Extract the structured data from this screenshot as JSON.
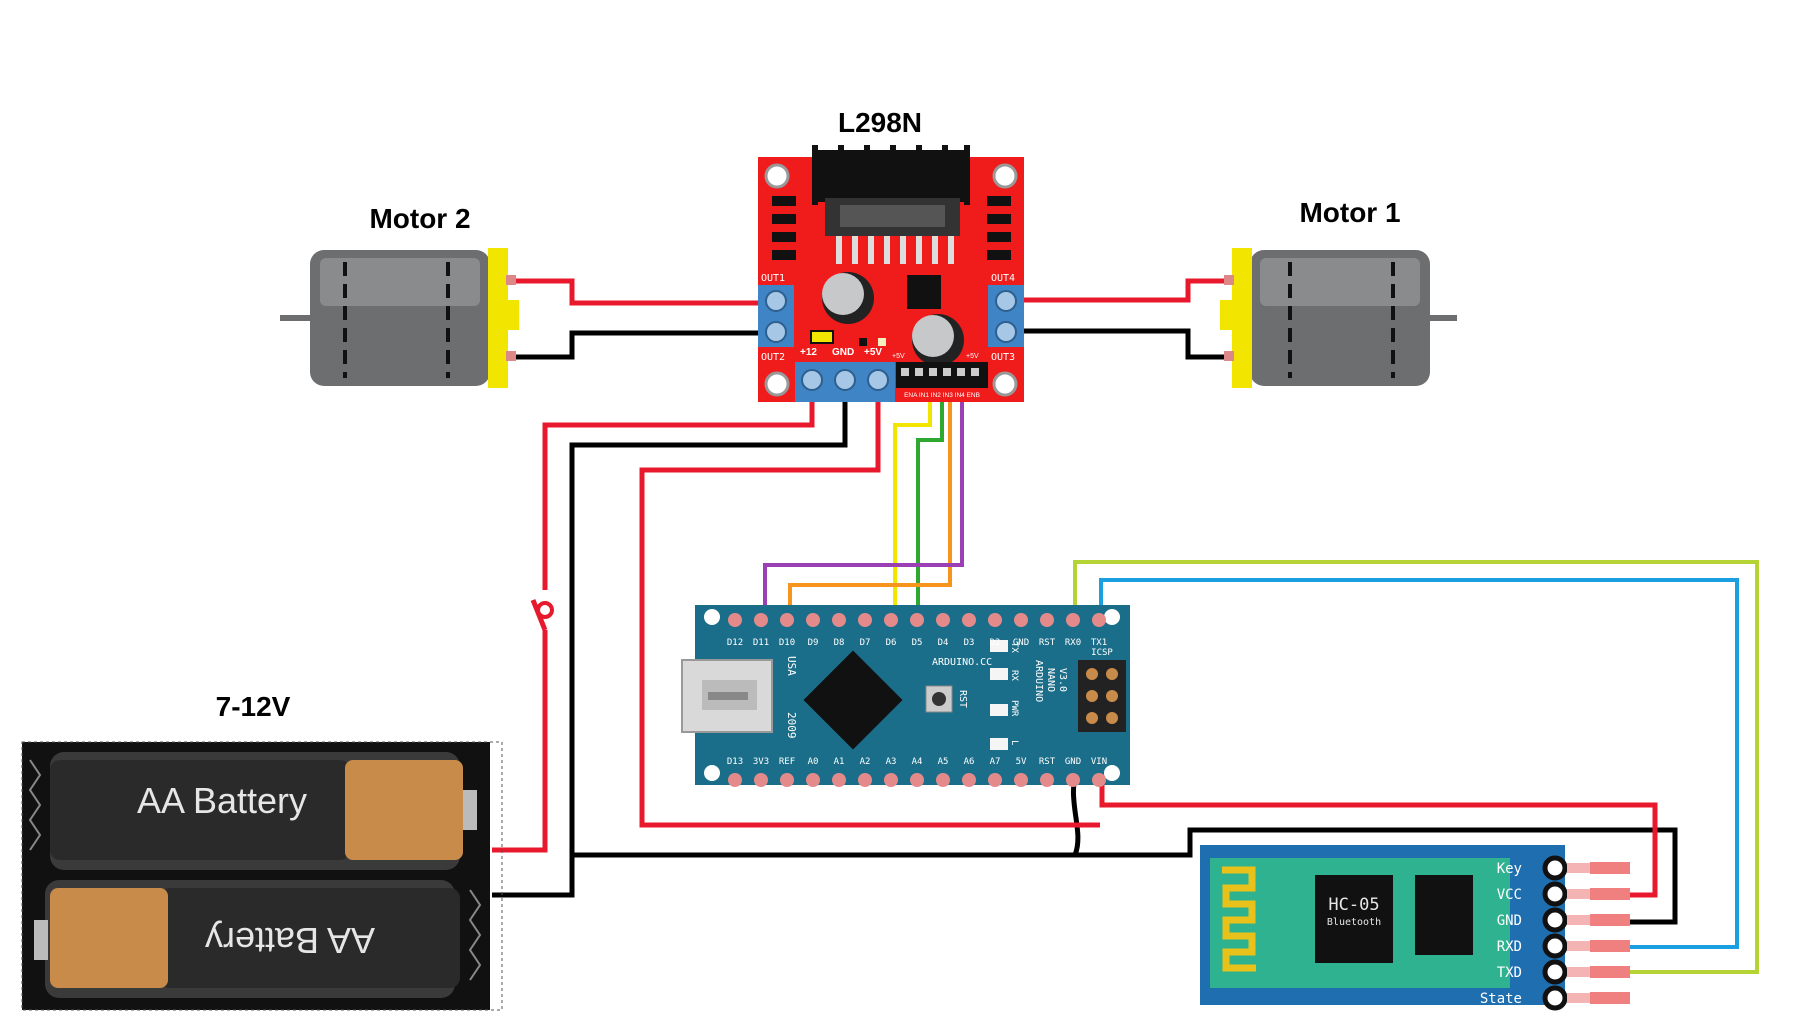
{
  "labels": {
    "driver": "L298N",
    "motor_left": "Motor 2",
    "motor_right": "Motor 1",
    "power": "7-12V"
  },
  "battery": {
    "cell_top": "AA Battery",
    "cell_bottom": "AA Battery"
  },
  "driver_board": {
    "out1": "OUT1",
    "out2": "OUT2",
    "out3": "OUT3",
    "out4": "OUT4",
    "v12": "+12",
    "gnd": "GND",
    "v5": "+5V",
    "small_5v_left": "+5V",
    "small_5v_right": "+5V",
    "header": "ENA IN1 IN2 IN3 IN4 ENB"
  },
  "arduino": {
    "top_pins": [
      "D12",
      "D11",
      "D10",
      "D9",
      "D8",
      "D7",
      "D6",
      "D5",
      "D4",
      "D3",
      "D2",
      "GND",
      "RST",
      "RX0",
      "TX1"
    ],
    "bottom_pins": [
      "D13",
      "3V3",
      "REF",
      "A0",
      "A1",
      "A2",
      "A3",
      "A4",
      "A5",
      "A6",
      "A7",
      "5V",
      "RST",
      "GND",
      "VIN"
    ],
    "brand": "ARDUINO.CC",
    "model_line1": "ARDUINO",
    "model_line2": "NANO",
    "model_line3": "V3.0",
    "usa": "USA",
    "year": "2009",
    "icsp": "ICSP",
    "rst": "RST",
    "leds": [
      "TX",
      "RX",
      "PWR",
      "L"
    ]
  },
  "bluetooth": {
    "model": "HC-05",
    "subtitle": "Bluetooth",
    "pins": [
      "Key",
      "VCC",
      "GND",
      "RXD",
      "TXD",
      "State"
    ]
  },
  "colors": {
    "wire_red": "#e8192c",
    "wire_black": "#000000",
    "wire_yellow": "#f2e600",
    "wire_green": "#2ea82e",
    "wire_orange": "#f7941d",
    "wire_purple": "#9b3fb5",
    "wire_blue": "#1a9fe0",
    "wire_lime": "#b5d334",
    "driver_board": "#f01b1b",
    "arduino_board": "#1b6e8a",
    "bluetooth_board": "#1f6fb0",
    "bt_antenna": "#e8c21a",
    "motor_body": "#6d6e70",
    "motor_cap": "#f2e600"
  }
}
